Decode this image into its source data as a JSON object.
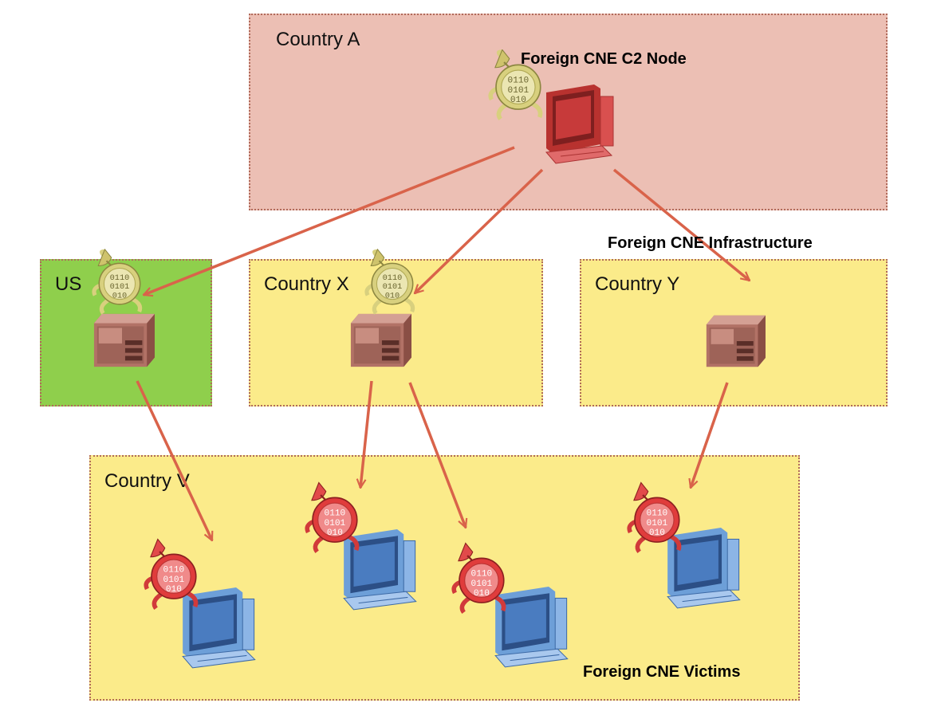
{
  "regions": {
    "country_a": "Country A",
    "us": "US",
    "country_x": "Country X",
    "country_y": "Country Y",
    "country_v": "Country V"
  },
  "captions": {
    "c2_node": "Foreign CNE C2 Node",
    "infrastructure": "Foreign CNE Infrastructure",
    "victims": "Foreign CNE Victims"
  },
  "colors": {
    "country_a_fill": "#ecbfb4",
    "us_fill": "#8fcf4c",
    "country_fill": "#fbeb8a",
    "arrow": "#d9634a",
    "implant_infra": "#d8d07e",
    "implant_victim": "#e03c3c",
    "server_body": "#b27266",
    "c2_monitor": "#dd4b4b",
    "victim_monitor": "#5b8fd0"
  },
  "icons": {
    "c2": "infected-computer-icon",
    "infrastructure": "server-icon",
    "implant": "implant-icon",
    "victim": "victim-computer-icon"
  }
}
